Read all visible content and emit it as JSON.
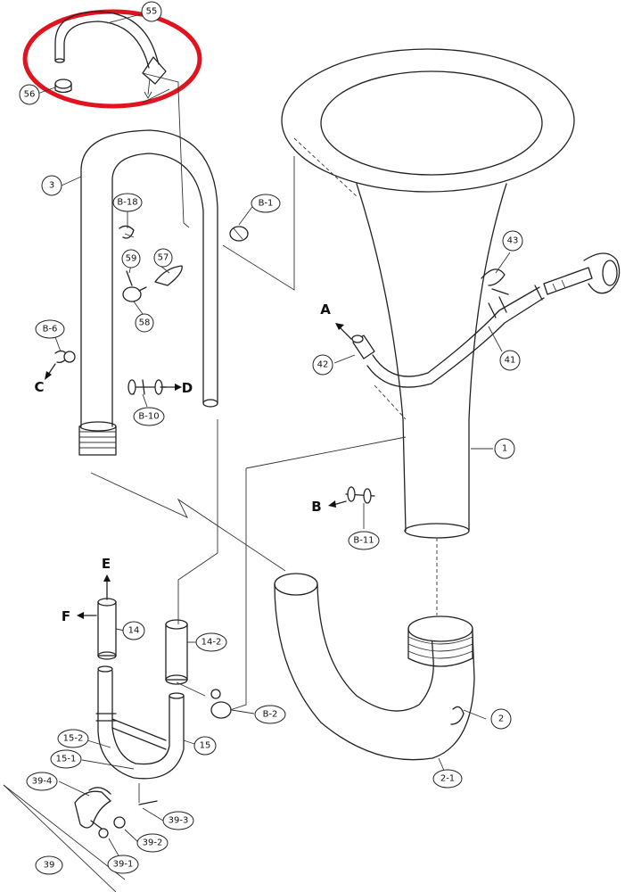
{
  "labels": {
    "p55": "55",
    "p56": "56",
    "p3": "3",
    "pB18": "B-18",
    "pB1": "B-1",
    "p59": "59",
    "p57": "57",
    "p58": "58",
    "pB6": "B-6",
    "pB10": "B-10",
    "p43": "43",
    "p42": "42",
    "p41": "41",
    "p1": "1",
    "pB11": "B-11",
    "p14": "14",
    "p14_2": "14-2",
    "pB2": "B-2",
    "p15": "15",
    "p15_2": "15-2",
    "p15_1": "15-1",
    "p39_4": "39-4",
    "p39_3": "39-3",
    "p39_2": "39-2",
    "p39_1": "39-1",
    "p39": "39",
    "p2": "2",
    "p2_1": "2-1"
  },
  "letters": {
    "A": "A",
    "B": "B",
    "C": "C",
    "D": "D",
    "E": "E",
    "F": "F"
  },
  "colors": {
    "line": "#222222",
    "highlight": "#e0141e",
    "background": "#ffffff"
  }
}
